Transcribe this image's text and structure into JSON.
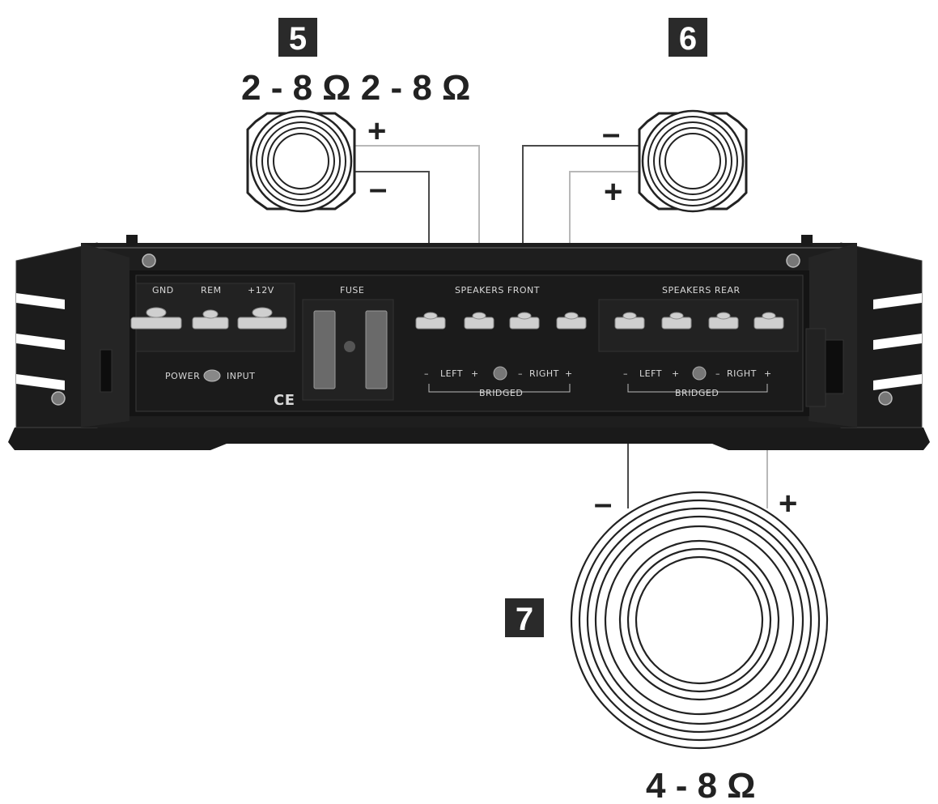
{
  "badges": {
    "front_pair": "5",
    "rear_pair": "6",
    "sub": "7"
  },
  "impedance": {
    "front_pair": "2 - 8 Ω 2 - 8 Ω",
    "sub": "4 - 8 Ω"
  },
  "polarity": {
    "plus": "+",
    "minus": "–"
  },
  "amplifier": {
    "gnd": "GND",
    "rem": "REM",
    "v12": "+12V",
    "fuse": "FUSE",
    "speakers_front": "SPEAKERS FRONT",
    "speakers_rear": "SPEAKERS REAR",
    "power_input_left": "POWER",
    "power_input_right": "INPUT",
    "ce": "CE",
    "minus": "–",
    "plus": "+",
    "left": "LEFT",
    "right": "RIGHT",
    "bridged": "BRIDGED"
  },
  "colors": {
    "chassis": "#1c1c1c",
    "panel": "#262626",
    "wire_dark": "#4a4a4a",
    "wire_light": "#b8b8b8",
    "badge": "#2a2a2a"
  }
}
